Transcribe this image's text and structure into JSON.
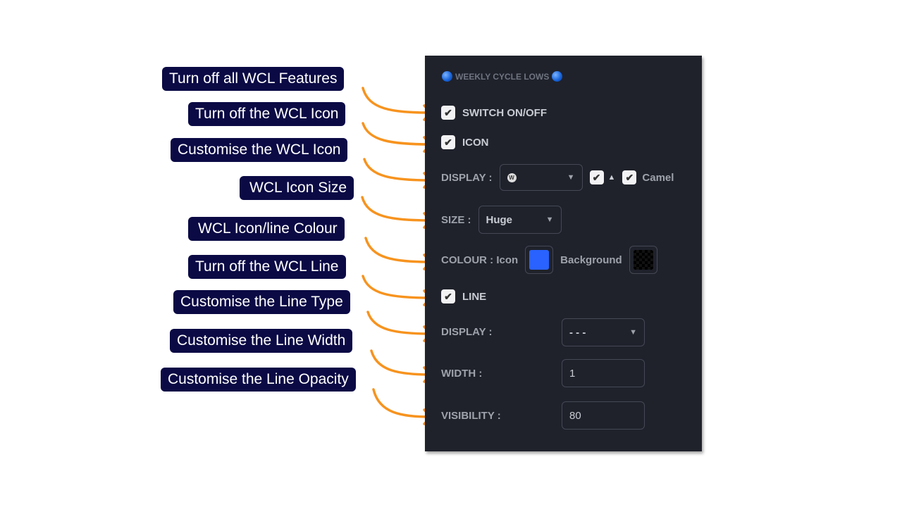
{
  "callouts": [
    "Turn off all WCL Features",
    "Turn off the WCL Icon",
    "Customise the WCL Icon",
    "WCL Icon Size",
    "WCL Icon/line Colour",
    "Turn off the WCL Line",
    "Customise the Line Type",
    "Customise the Line Width",
    "Customise the Line Opacity"
  ],
  "panel": {
    "title": "WEEKLY CYCLE LOWS",
    "switch_label": "SWITCH ON/OFF",
    "icon_label": "ICON",
    "display_label": "DISPLAY :",
    "display_value": "W",
    "triangle": "▲",
    "camel_label": "Camel",
    "size_label": "SIZE :",
    "size_value": "Huge",
    "colour_label": "COLOUR : Icon",
    "background_label": "Background",
    "icon_color": "#2962ff",
    "background_color": "#000000",
    "line_label": "LINE",
    "line_display_label": "DISPLAY :",
    "line_display_value": "- - -",
    "width_label": "WIDTH :",
    "width_value": "1",
    "visibility_label": "VISIBILITY :",
    "visibility_value": "80"
  },
  "arrow_color": "#f7931e"
}
